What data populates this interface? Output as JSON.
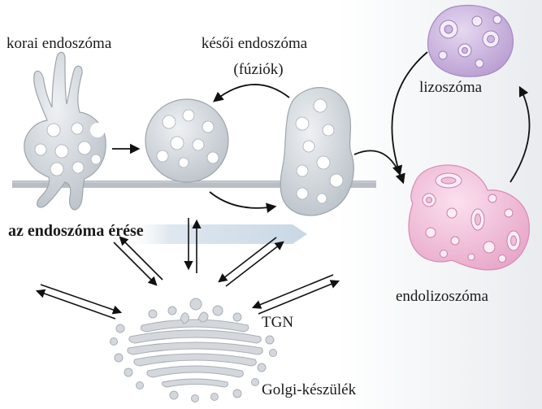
{
  "labels": {
    "early_endosome": "korai endoszóma",
    "late_endosome_line1": "késői endoszóma",
    "late_endosome_line2": "(fúziók)",
    "lysosome": "lizoszóma",
    "endolysosome": "endolizoszóma",
    "maturation": "az endoszóma érése",
    "tgn": "TGN",
    "golgi": "Golgi-készülék"
  },
  "colors": {
    "early_endosome_fill": "#d6dbe0",
    "late_endosome_fill": "#d2d7dc",
    "lysosome_fill": "#cdb6e0",
    "endolysosome_fill": "#f1bfd9",
    "golgi_fill": "#d4d8dc",
    "membrane": "#b9bec4",
    "maturation_arrow": "#c9d8e6",
    "arrow": "#111111"
  }
}
